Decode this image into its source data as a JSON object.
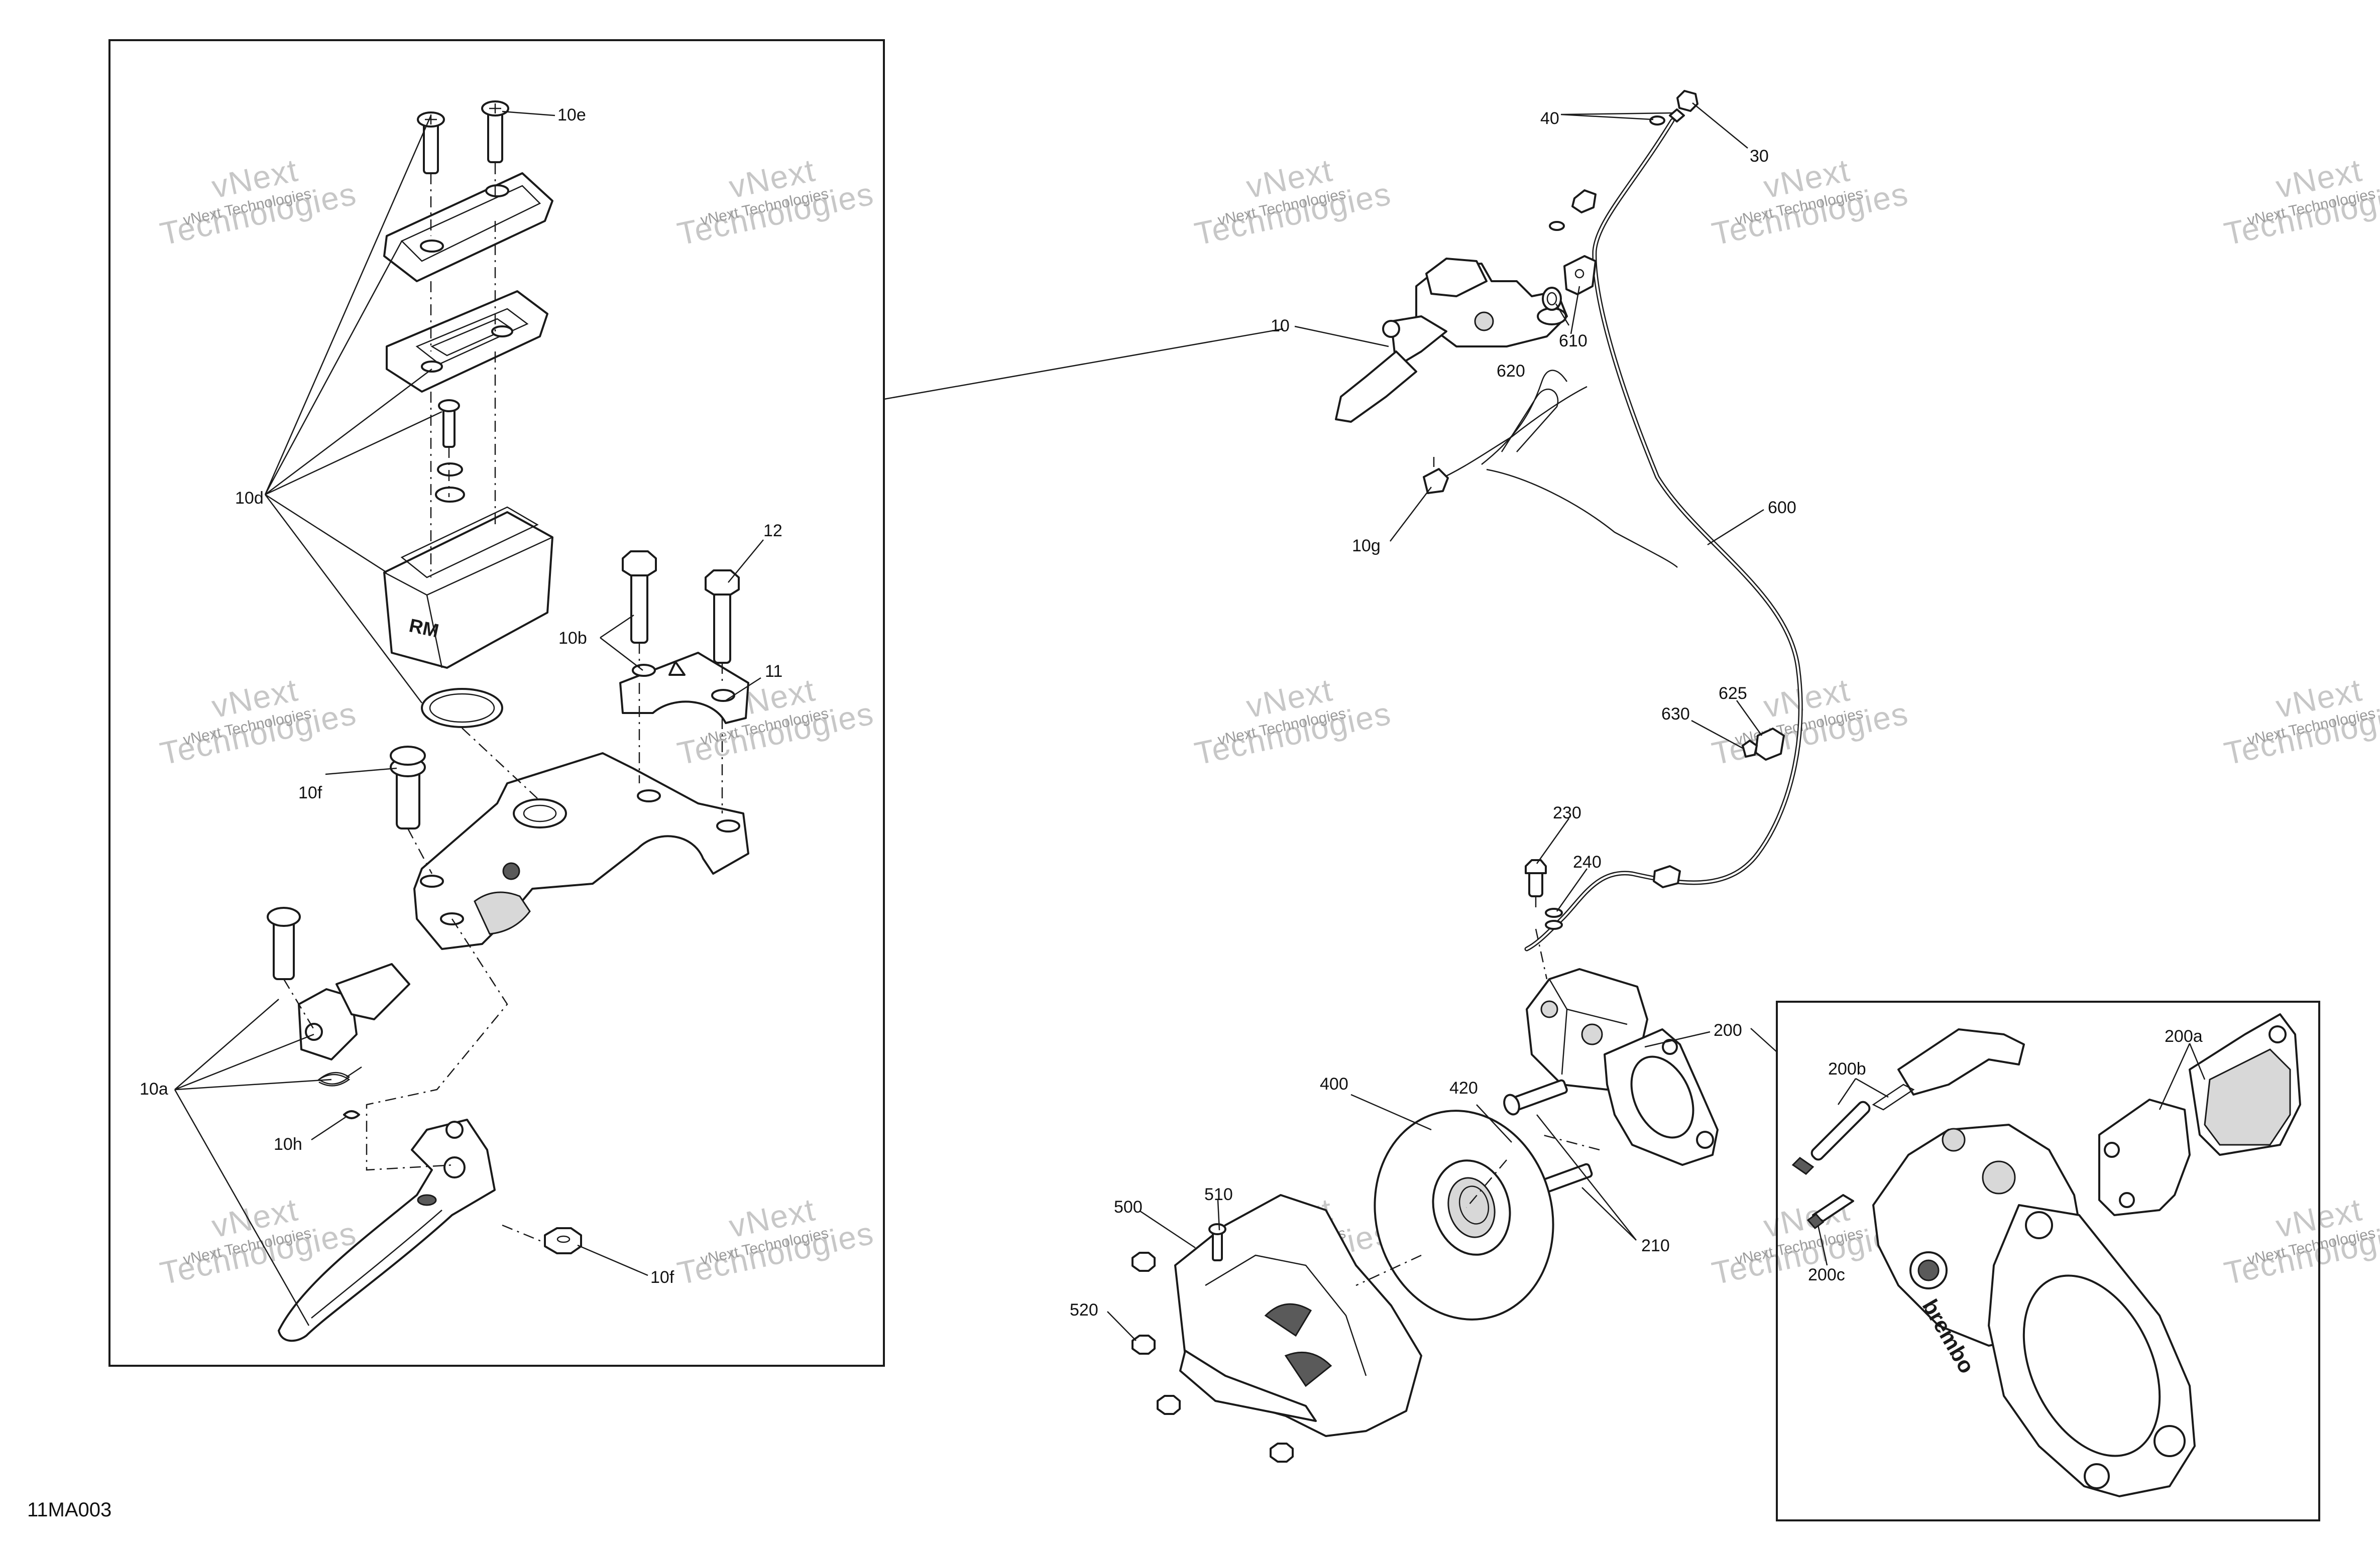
{
  "diagram": {
    "drawing_code": "11MA003",
    "watermark": {
      "line1": "vNext",
      "line2": "Technologies",
      "line3": "vNext Technologies"
    },
    "labels": {
      "l10": "10",
      "l10a": "10a",
      "l10b": "10b",
      "l10d": "10d",
      "l10e": "10e",
      "l10f_a": "10f",
      "l10f_b": "10f",
      "l10g": "10g",
      "l10h": "10h",
      "l11": "11",
      "l12": "12",
      "l30": "30",
      "l40": "40",
      "l200": "200",
      "l200a": "200a",
      "l200b": "200b",
      "l200c": "200c",
      "l210": "210",
      "l230": "230",
      "l240": "240",
      "l400": "400",
      "l420": "420",
      "l500": "500",
      "l510": "510",
      "l520": "520",
      "l600": "600",
      "l610": "610",
      "l620": "620",
      "l625": "625",
      "l630": "630"
    },
    "brand_marks": {
      "reservoir_logo": "RM",
      "caliper_logo": "brembo"
    }
  }
}
